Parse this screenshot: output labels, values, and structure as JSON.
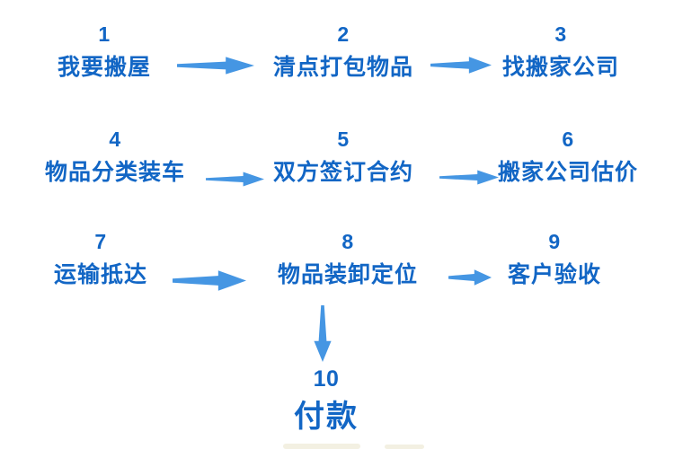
{
  "page": {
    "background": "#ffffff",
    "description": "Moving house process flowchart, 10 numbered steps"
  },
  "colors": {
    "text_blue": "#1266c5",
    "arrow_blue": "#4596e3",
    "artifact_beige": "#f3f0e2"
  },
  "steps": [
    {
      "num": "1",
      "label": "我要搬屋"
    },
    {
      "num": "2",
      "label": "清点打包物品"
    },
    {
      "num": "3",
      "label": "找搬家公司"
    },
    {
      "num": "4",
      "label": "物品分类装车"
    },
    {
      "num": "5",
      "label": "双方签订合约"
    },
    {
      "num": "6",
      "label": "搬家公司估价"
    },
    {
      "num": "7",
      "label": "运输抵达"
    },
    {
      "num": "8",
      "label": "物品装卸定位"
    },
    {
      "num": "9",
      "label": "客户验收"
    },
    {
      "num": "10",
      "label": "付款"
    }
  ],
  "arrows": [
    {
      "name": "arrow-step1-to-step2",
      "direction": "right"
    },
    {
      "name": "arrow-step2-to-step3",
      "direction": "right"
    },
    {
      "name": "arrow-step4-to-step5",
      "direction": "right"
    },
    {
      "name": "arrow-step5-to-step6",
      "direction": "right"
    },
    {
      "name": "arrow-step7-to-step8",
      "direction": "right"
    },
    {
      "name": "arrow-step8-to-step9",
      "direction": "right"
    },
    {
      "name": "arrow-step8-to-step10",
      "direction": "down"
    }
  ]
}
